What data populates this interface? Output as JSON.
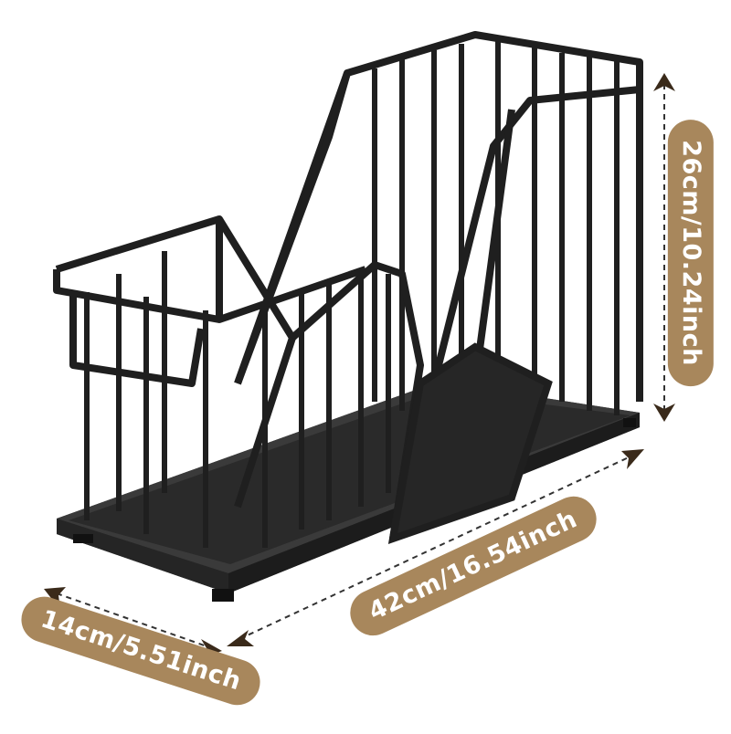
{
  "product": {
    "name": "two-tier metal rack organizer",
    "color": "#2b2b2b",
    "frame_color": "#1f1f1f"
  },
  "dimensions": {
    "height": {
      "label": "26cm/10.24inch",
      "value_cm": 26,
      "value_inch": 10.24
    },
    "length": {
      "label": "42cm/16.54inch",
      "value_cm": 42,
      "value_inch": 16.54
    },
    "width": {
      "label": "14cm/5.51inch",
      "value_cm": 14,
      "value_inch": 5.51
    }
  },
  "style": {
    "label_bg": "#a8875c",
    "label_text": "#ffffff",
    "arrow_color": "#3a2a1a",
    "dash_color": "#333333",
    "background": "#ffffff"
  }
}
